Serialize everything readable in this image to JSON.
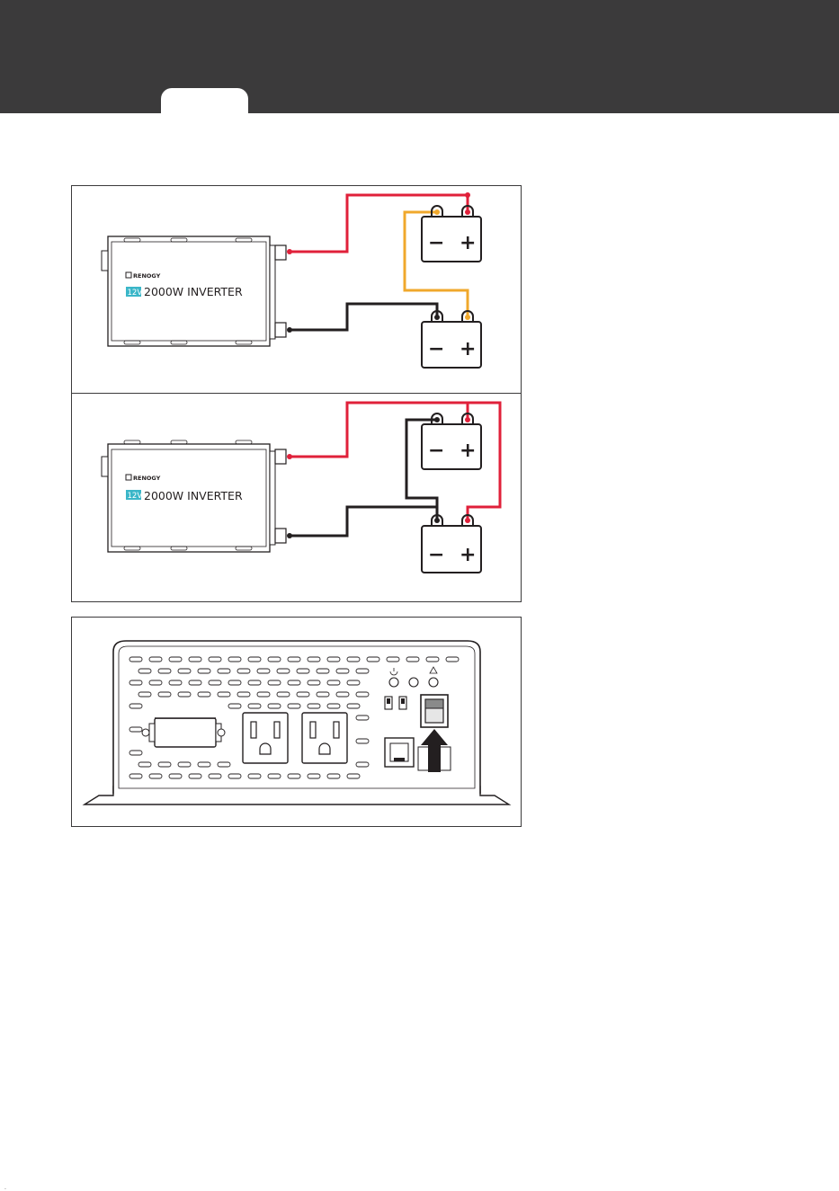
{
  "diagram": {
    "inverter": {
      "brand": "RENOGY",
      "voltage_badge": "12V",
      "model_label": "2000W INVERTER"
    },
    "battery": {
      "negative_symbol": "−",
      "positive_symbol": "+"
    },
    "colors": {
      "positive_wire": "#e0203a",
      "negative_wire": "#231f20",
      "series_link_wire": "#f0a82c",
      "badge": "#3ab6c8",
      "header": "#3b3a3b"
    },
    "icons": [
      "power-icon",
      "warning-icon",
      "on-off-switch-icon",
      "arrow-up-icon",
      "ac-outlet-icon",
      "rj45-port-icon"
    ]
  }
}
